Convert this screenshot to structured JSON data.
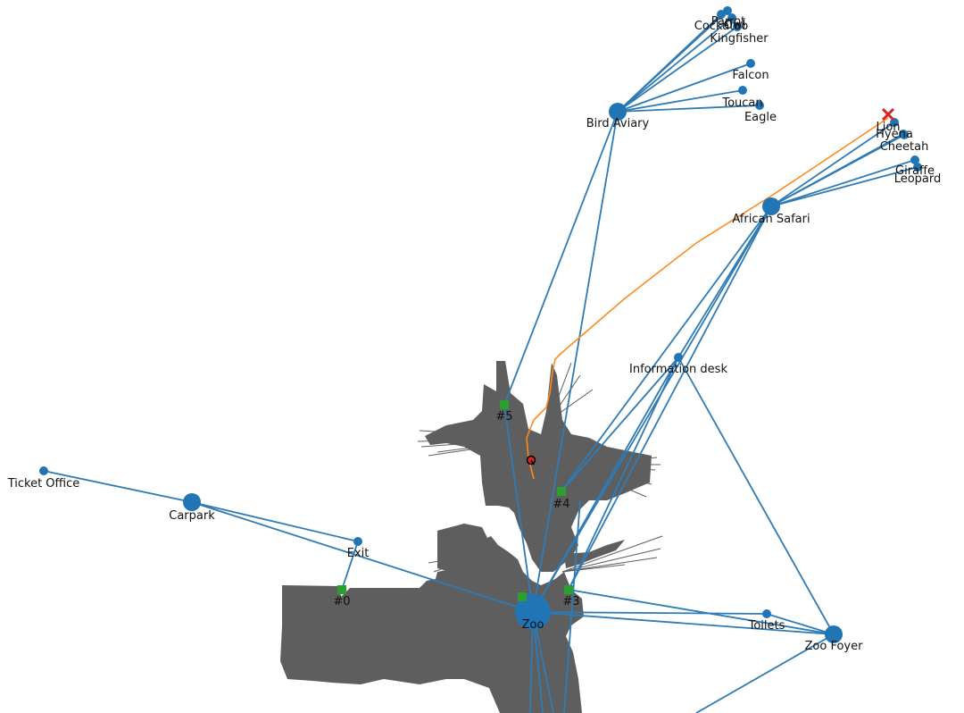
{
  "colors": {
    "edge": "#2e7bb5",
    "node": "#2175b4",
    "route": "#ff8a1e",
    "map": "#5e5e5e",
    "waypoint": "#2ca02c",
    "target": "#d62728",
    "robot": "#d62728"
  },
  "nodes": [
    {
      "id": "ticket-office",
      "label": "Ticket Office"
    },
    {
      "id": "carpark",
      "label": "Carpark"
    },
    {
      "id": "exit",
      "label": "Exit"
    },
    {
      "id": "zoo",
      "label": "Zoo"
    },
    {
      "id": "toilets",
      "label": "Toilets"
    },
    {
      "id": "zoo-foyer",
      "label": "Zoo Foyer"
    },
    {
      "id": "information-desk",
      "label": "Information desk"
    },
    {
      "id": "african-safari",
      "label": "African Safari"
    },
    {
      "id": "bird-aviary",
      "label": "Bird Aviary"
    },
    {
      "id": "parrot",
      "label": "Parrot"
    },
    {
      "id": "cockatoo",
      "label": "Cockatoo"
    },
    {
      "id": "owl",
      "label": "Owl"
    },
    {
      "id": "kingfisher",
      "label": "Kingfisher"
    },
    {
      "id": "falcon",
      "label": "Falcon"
    },
    {
      "id": "toucan",
      "label": "Toucan"
    },
    {
      "id": "eagle",
      "label": "Eagle"
    },
    {
      "id": "lion",
      "label": "Lion"
    },
    {
      "id": "hyena",
      "label": "Hyena"
    },
    {
      "id": "cheetah",
      "label": "Cheetah"
    },
    {
      "id": "giraffe",
      "label": "Giraffe"
    },
    {
      "id": "leopard",
      "label": "Leopard"
    }
  ],
  "waypoints": [
    {
      "id": "wp0",
      "label": "#0"
    },
    {
      "id": "wp3",
      "label": "#3"
    },
    {
      "id": "wp4",
      "label": "#4"
    },
    {
      "id": "wp5",
      "label": "#5"
    }
  ],
  "edges": [
    [
      "ticket-office",
      "carpark"
    ],
    [
      "carpark",
      "exit"
    ],
    [
      "carpark",
      "zoo"
    ],
    [
      "exit",
      "wp0"
    ],
    [
      "zoo",
      "wp5"
    ],
    [
      "wp5",
      "bird-aviary"
    ],
    [
      "zoo",
      "bird-aviary"
    ],
    [
      "zoo",
      "african-safari"
    ],
    [
      "wp4",
      "african-safari"
    ],
    [
      "wp4",
      "information-desk"
    ],
    [
      "wp3",
      "african-safari"
    ],
    [
      "wp3",
      "information-desk"
    ],
    [
      "zoo",
      "information-desk"
    ],
    [
      "information-desk",
      "african-safari"
    ],
    [
      "information-desk",
      "zoo-foyer"
    ],
    [
      "zoo",
      "toilets"
    ],
    [
      "zoo",
      "zoo-foyer"
    ],
    [
      "toilets",
      "zoo-foyer"
    ],
    [
      "wp3",
      "zoo-foyer"
    ],
    [
      "bird-aviary",
      "parrot"
    ],
    [
      "bird-aviary",
      "cockatoo"
    ],
    [
      "bird-aviary",
      "owl"
    ],
    [
      "bird-aviary",
      "kingfisher"
    ],
    [
      "bird-aviary",
      "falcon"
    ],
    [
      "bird-aviary",
      "toucan"
    ],
    [
      "bird-aviary",
      "eagle"
    ],
    [
      "african-safari",
      "lion"
    ],
    [
      "african-safari",
      "hyena"
    ],
    [
      "african-safari",
      "cheetah"
    ],
    [
      "african-safari",
      "giraffe"
    ],
    [
      "african-safari",
      "leopard"
    ]
  ]
}
